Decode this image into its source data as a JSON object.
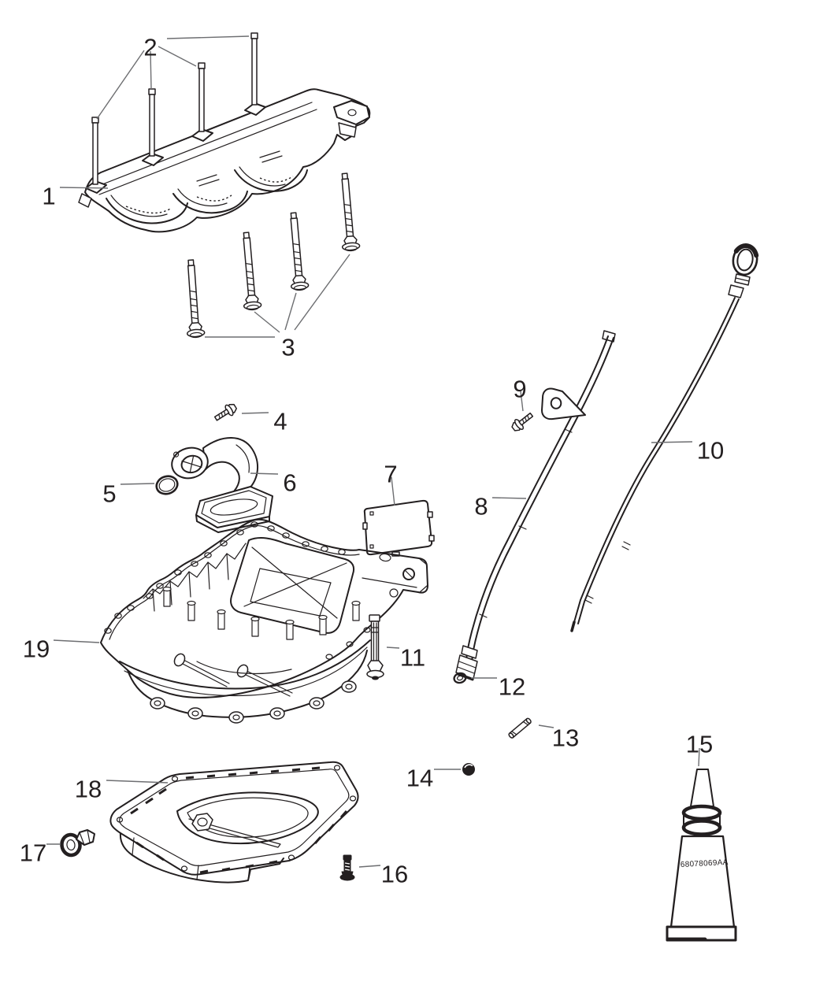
{
  "diagram": {
    "background_color": "#ffffff",
    "line_color": "#231f20",
    "leader_color": "#6d6e71"
  },
  "callouts": [
    "1",
    "2",
    "3",
    "4",
    "5",
    "6",
    "7",
    "8",
    "9",
    "10",
    "11",
    "12",
    "13",
    "14",
    "15",
    "16",
    "17",
    "18",
    "19"
  ],
  "sealant_tube": {
    "printed_text": "68078069AA"
  }
}
